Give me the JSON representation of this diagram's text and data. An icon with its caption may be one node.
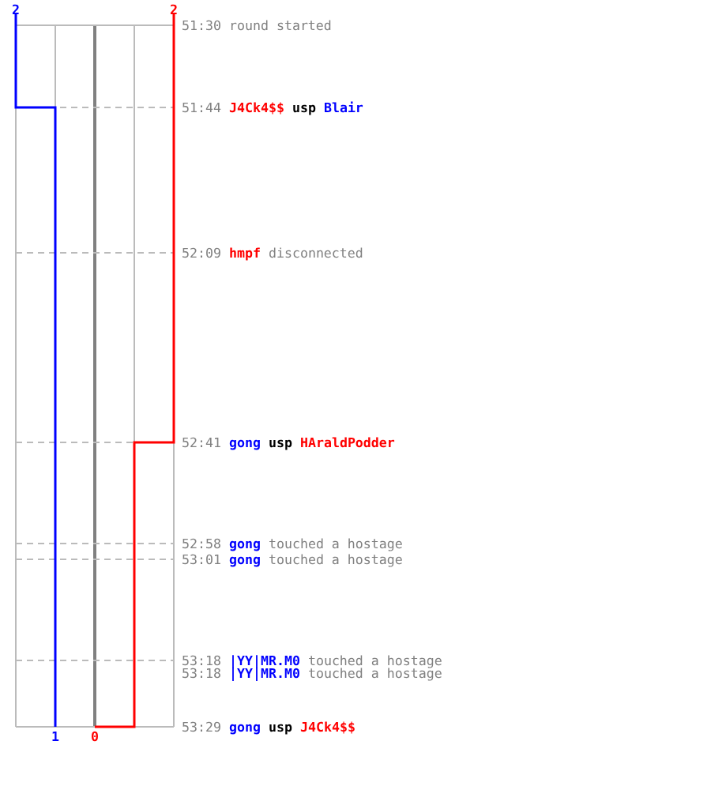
{
  "diagram": {
    "labels": [
      "2",
      "2",
      "51:30",
      "round started",
      "51:44",
      "J4Ck4$$",
      "usp",
      "Blair",
      "52:09",
      "hmpf",
      "disconnected",
      "52:41",
      "gong",
      "usp",
      "HAraldPodder",
      "52:58",
      "gong",
      "touched a hostage",
      "53:01",
      "gong",
      "touched a hostage",
      "53:18",
      "|YY|MR.M0",
      "touched a hostage",
      "53:18",
      "|YY|MR.M0",
      "touched a hostage",
      "53:29",
      "gong",
      "usp",
      "J4Ck4$$",
      "1",
      "0"
    ]
  }
}
